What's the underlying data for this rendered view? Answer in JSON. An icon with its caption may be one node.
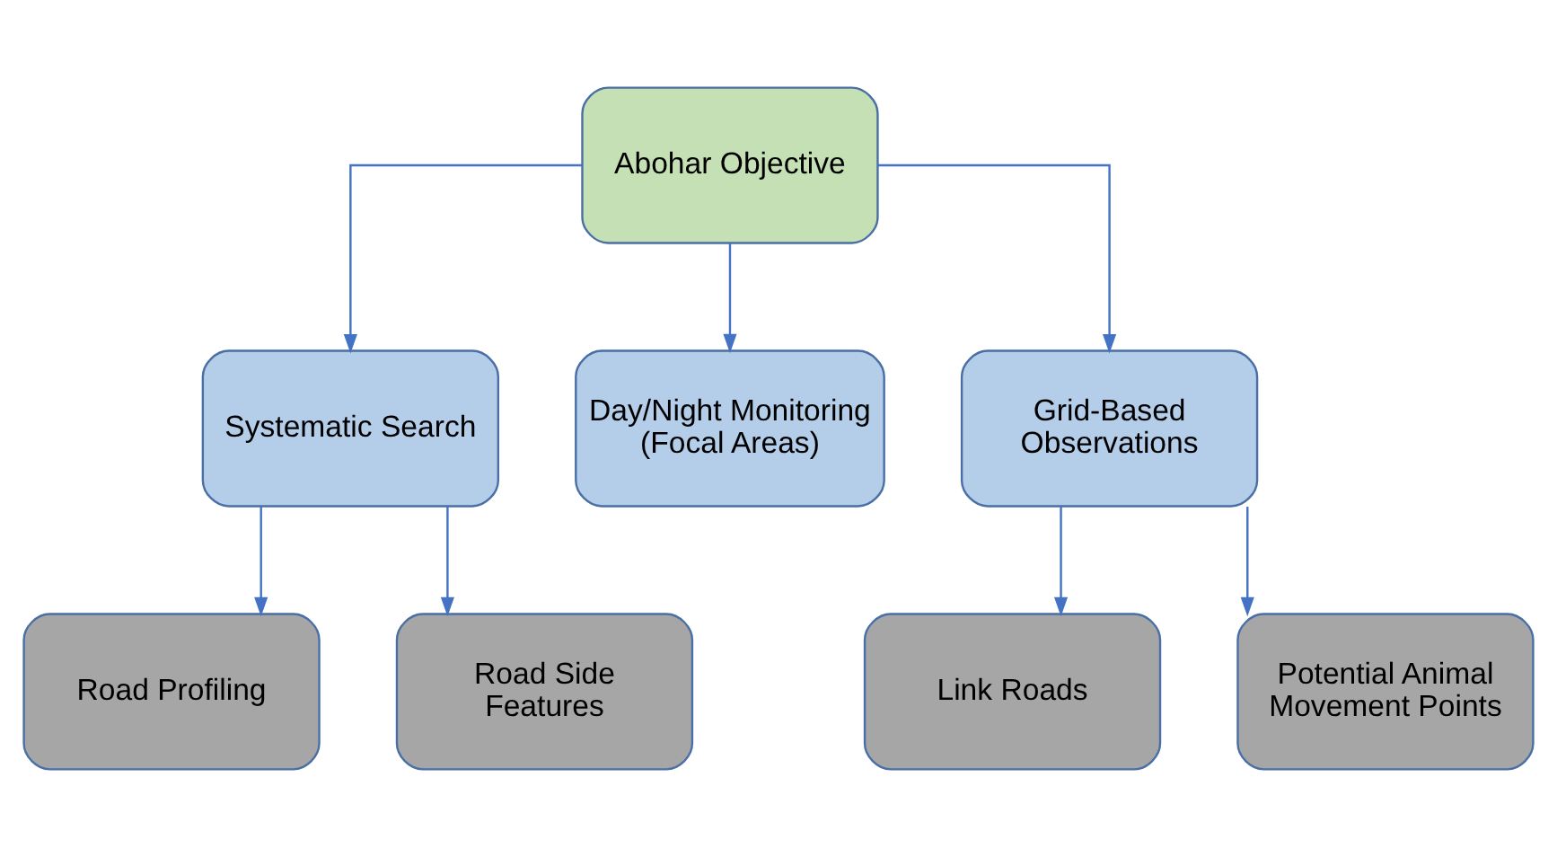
{
  "diagram": {
    "nodes": [
      {
        "text": [
          "Abohar Objective"
        ]
      },
      {
        "text": [
          "Systematic Search"
        ]
      },
      {
        "text": [
          "Day/Night Monitoring (Focal Areas)"
        ]
      },
      {
        "text": [
          "Grid-Based Observations"
        ]
      },
      {
        "text": [
          "Road Profiling"
        ]
      },
      {
        "text": [
          "Road Side Features"
        ]
      },
      {
        "text": [
          "Link Roads"
        ]
      },
      {
        "text": [
          "Potential Animal Movement Points"
        ]
      }
    ],
    "edges": [
      {
        "from": 0,
        "to": 1,
        "arrow": "to"
      },
      {
        "from": 0,
        "to": 2,
        "arrow": "to"
      },
      {
        "from": 0,
        "to": 3,
        "arrow": "to"
      },
      {
        "from": 1,
        "to": 4,
        "arrow": "to"
      },
      {
        "from": 1,
        "to": 5,
        "arrow": "to"
      },
      {
        "from": 3,
        "to": 6,
        "arrow": "to"
      },
      {
        "from": 3,
        "to": 7,
        "arrow": "to"
      }
    ]
  }
}
